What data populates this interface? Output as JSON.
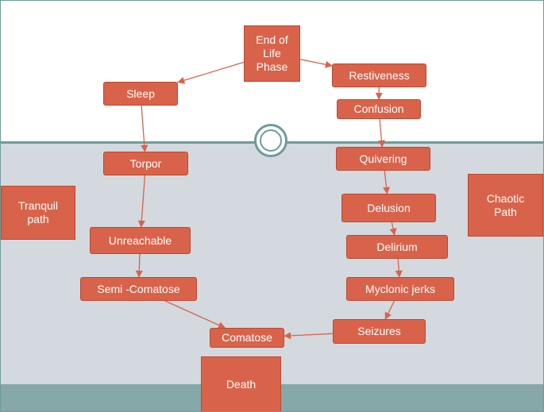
{
  "diagram": {
    "nodes": {
      "end_of_life_phase": "End of\nLife\nPhase",
      "sleep": "Sleep",
      "torpor": "Torpor",
      "unreachable": "Unreachable",
      "semi_comatose": "Semi -Comatose",
      "comatose": "Comatose",
      "death": "Death",
      "restiveness": "Restiveness",
      "confusion": "Confusion",
      "quivering": "Quivering",
      "delusion": "Delusion",
      "delirium": "Delirium",
      "myclonic_jerks": "Myclonic jerks",
      "seizures": "Seizures"
    },
    "labels": {
      "tranquil_path": "Tranquil\npath",
      "chaotic_path": "Chaotic\nPath"
    },
    "edges": [
      [
        "end_of_life_phase",
        "sleep"
      ],
      [
        "end_of_life_phase",
        "restiveness"
      ],
      [
        "sleep",
        "torpor"
      ],
      [
        "torpor",
        "unreachable"
      ],
      [
        "unreachable",
        "semi_comatose"
      ],
      [
        "semi_comatose",
        "comatose"
      ],
      [
        "restiveness",
        "confusion"
      ],
      [
        "confusion",
        "quivering"
      ],
      [
        "quivering",
        "delusion"
      ],
      [
        "delusion",
        "delirium"
      ],
      [
        "delirium",
        "myclonic_jerks"
      ],
      [
        "myclonic_jerks",
        "seizures"
      ],
      [
        "seizures",
        "comatose"
      ]
    ],
    "colors": {
      "node_fill": "#d9634a",
      "node_border": "#b84a33",
      "connector": "#d9634a",
      "divider": "#6e9c9c",
      "middle_band": "#d3d9de",
      "bottom_band": "#87a8a8"
    }
  }
}
